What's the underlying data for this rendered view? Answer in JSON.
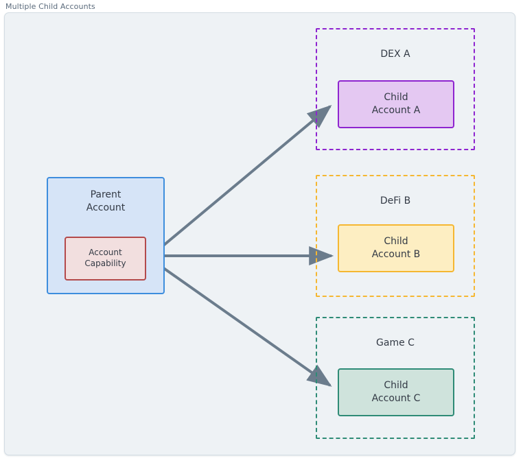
{
  "caption": "Multiple Child Accounts",
  "diagram": {
    "parent": {
      "title_line1": "Parent",
      "title_line2": "Account",
      "capability_line1": "Account",
      "capability_line2": "Capability"
    },
    "groups": [
      {
        "id": "dex",
        "title": "DEX A",
        "border_color": "#8e24cf",
        "child_line1": "Child",
        "child_line2": "Account A",
        "child_fill": "#e4c8f2",
        "child_border": "#8e24cf"
      },
      {
        "id": "defi",
        "title": "DeFi B",
        "border_color": "#f5b731",
        "child_line1": "Child",
        "child_line2": "Account B",
        "child_fill": "#fdeec2",
        "child_border": "#f5b731"
      },
      {
        "id": "game",
        "title": "Game C",
        "border_color": "#2e8b76",
        "child_line1": "Child",
        "child_line2": "Account C",
        "child_fill": "#cfe3dc",
        "child_border": "#2e8b76"
      }
    ],
    "arrows": [
      {
        "id": "to-child-a",
        "from": "account-capability",
        "to": "child-account-a",
        "color": "#6b7c8c"
      },
      {
        "id": "to-child-b",
        "from": "account-capability",
        "to": "child-account-b",
        "color": "#6b7c8c"
      },
      {
        "id": "to-child-c",
        "from": "account-capability",
        "to": "child-account-c",
        "color": "#6b7c8c"
      }
    ],
    "colors": {
      "canvas_background": "#eef2f5",
      "canvas_border": "#d3dce3",
      "text": "#333a45",
      "caption_text": "#5b6b7c",
      "parent_fill": "#d6e4f7",
      "parent_border": "#3d8ddd",
      "capability_fill": "#f2dfdf",
      "capability_border": "#b3494b",
      "arrow": "#6b7c8c"
    }
  }
}
